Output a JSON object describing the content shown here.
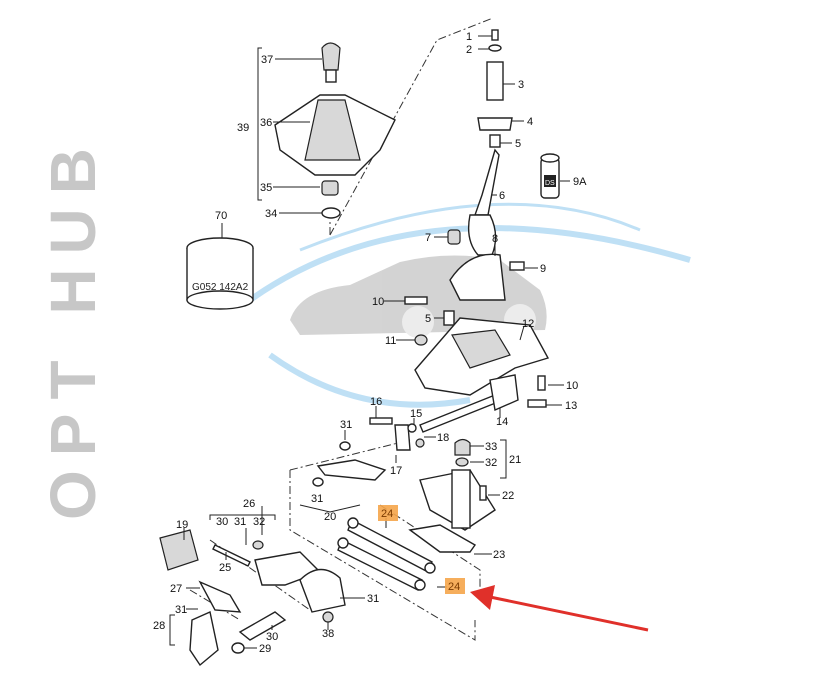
{
  "diagram": {
    "callouts": [
      "1",
      "2",
      "3",
      "4",
      "5",
      "6",
      "9A",
      "37",
      "36",
      "39",
      "35",
      "34",
      "70",
      "7",
      "8",
      "9",
      "10",
      "5",
      "12",
      "11",
      "10",
      "13",
      "14",
      "16",
      "15",
      "18",
      "17",
      "31",
      "33",
      "32",
      "21",
      "22",
      "31",
      "20",
      "23",
      "26",
      "30",
      "31",
      "32",
      "19",
      "25",
      "27",
      "31",
      "31",
      "28",
      "30",
      "38",
      "29"
    ],
    "highlighted_callouts": [
      "24",
      "24"
    ],
    "part_marking": "G052 142A2",
    "part_9a_marking": "DS",
    "watermark": "OPT HUB",
    "colors": {
      "highlight": "#f5a54a",
      "arrow": "#e0302a",
      "watermark_swoosh": "#bfe0f5"
    }
  }
}
